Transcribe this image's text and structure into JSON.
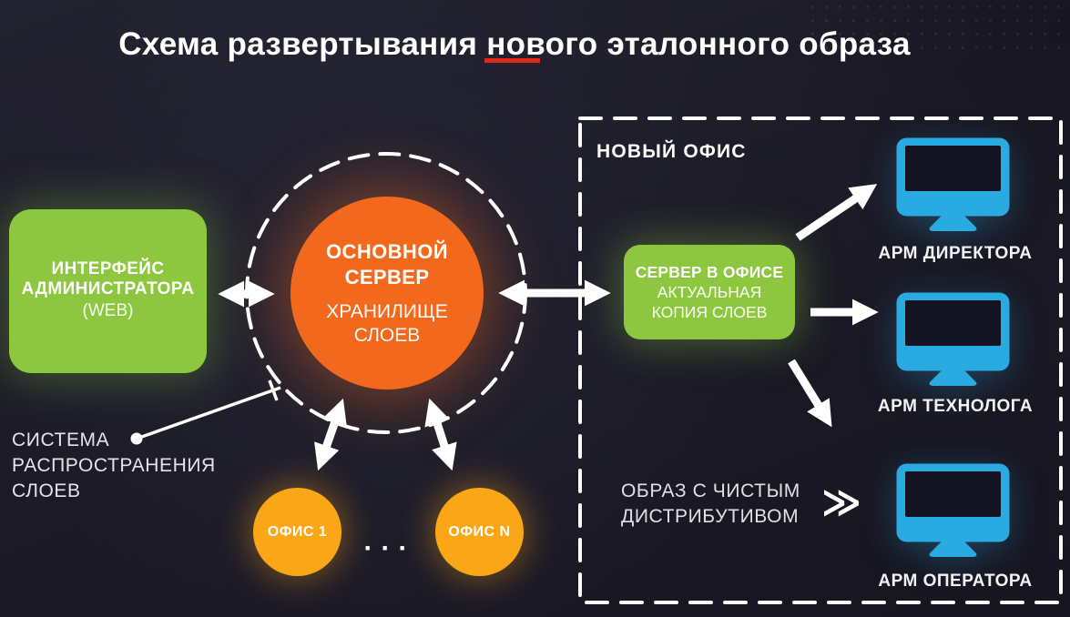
{
  "title": {
    "text": "Схема развертывания нового эталонного образа"
  },
  "colors": {
    "accent_red": "#e02718",
    "green": "#8dc63f",
    "orange": "#f2691d",
    "amber": "#fba617",
    "blue": "#29abe2",
    "background": "#1b1a26"
  },
  "admin_box": {
    "line1": "ИНТЕРФЕЙС",
    "line2": "АДМИНИСТРАТОРА",
    "line3": "(WEB)"
  },
  "main_server": {
    "line1": "ОСНОВНОЙ",
    "line2": "СЕРВЕР",
    "line3": "ХРАНИЛИЩЕ",
    "line4": "СЛОЕВ"
  },
  "distribution_label": {
    "line1": "СИСТЕМА",
    "line2": "РАСПРОСТРАНЕНИЯ",
    "line3": "СЛОЕВ"
  },
  "offices": {
    "office1": "ОФИС 1",
    "officeN": "ОФИС N",
    "ellipsis": "···"
  },
  "new_office": {
    "title": "НОВЫЙ ОФИС",
    "server_box": {
      "line1": "СЕРВЕР В ОФИСЕ",
      "line2": "АКТУАЛЬНАЯ",
      "line3": "КОПИЯ СЛОЕВ"
    },
    "workstations": [
      {
        "label": "АРМ ДИРЕКТОРА"
      },
      {
        "label": "АРМ ТЕХНОЛОГА"
      },
      {
        "label": "АРМ ОПЕРАТОРА"
      }
    ],
    "clean_image": {
      "line1": "ОБРАЗ С ЧИСТЫМ",
      "line2": "ДИСТРИБУТИВОМ",
      "chevron": "≫"
    }
  }
}
